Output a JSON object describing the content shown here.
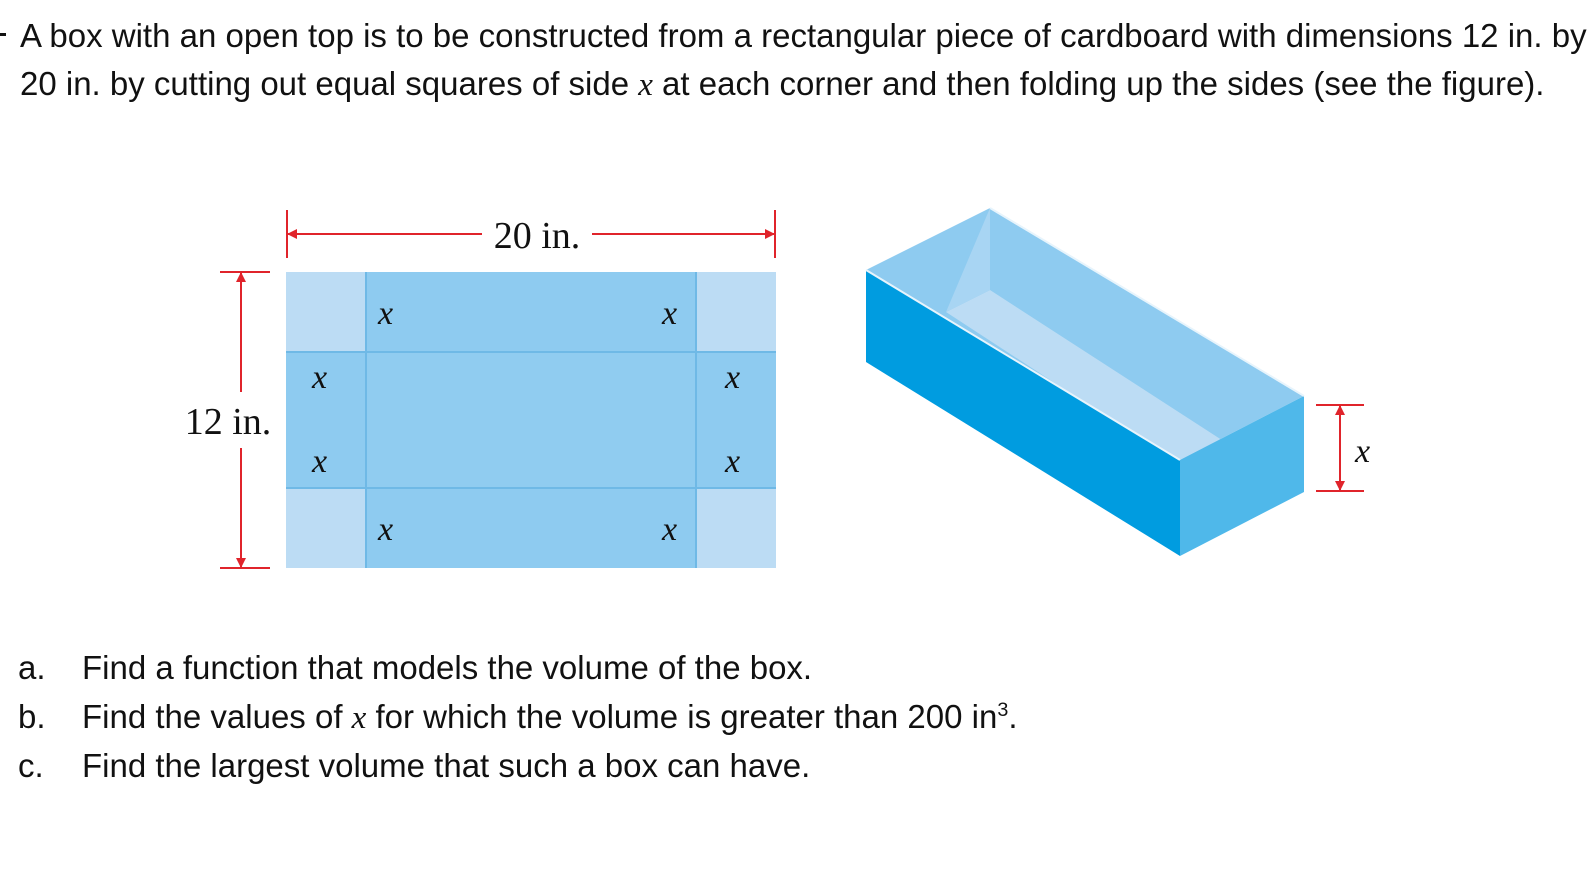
{
  "problem": {
    "text_1": "A box with an open top is to be constructed from a rectangular piece of cardboard with dimensions 12 in. by 20 in. by cutting out equal squares of side ",
    "var": "x",
    "text_2": " at each corner and then folding up the sides (see the figure)."
  },
  "figure": {
    "width_label": "20 in.",
    "height_label": "12 in.",
    "x_label": "x"
  },
  "questions": [
    {
      "letter": "a.",
      "text_1": "Find a function that models the volume of the box.",
      "var": "",
      "text_2": "",
      "sup": "",
      "end": ""
    },
    {
      "letter": "b.",
      "text_1": "Find the values of ",
      "var": "x",
      "text_2": " for which the volume is greater than 200 in",
      "sup": "3",
      "end": "."
    },
    {
      "letter": "c.",
      "text_1": "Find the largest volume that such a box can have.",
      "var": "",
      "text_2": "",
      "sup": "",
      "end": ""
    }
  ],
  "colors": {
    "arrow": "#e0242b",
    "corner": "#bcdcf4",
    "panel": "#8ecbf0",
    "box_front": "#009ce0",
    "box_side": "#4fb8ea",
    "box_inside": "#bcdcf4"
  }
}
